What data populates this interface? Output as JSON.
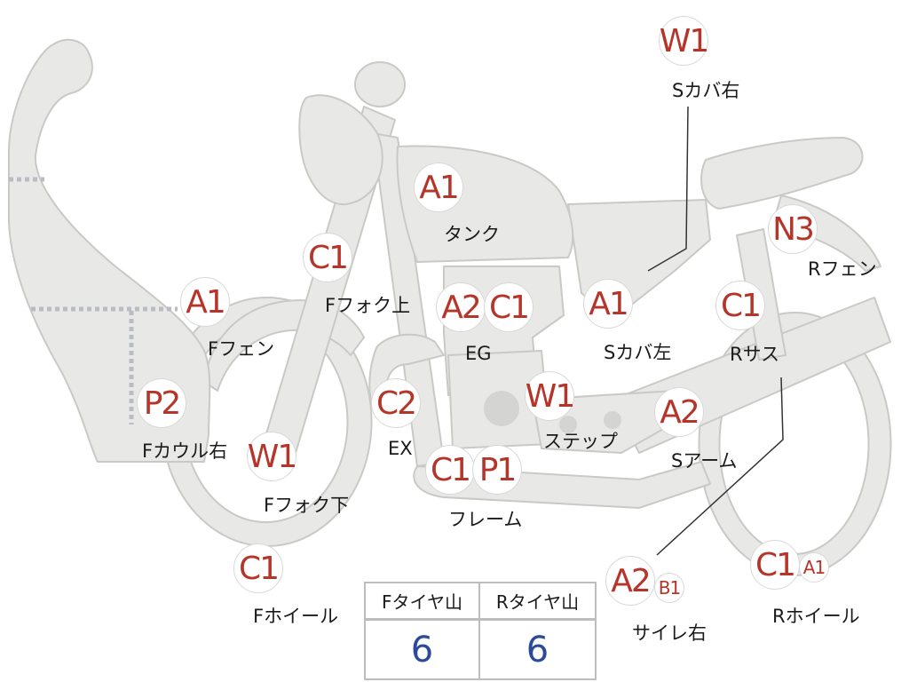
{
  "colors": {
    "body_fill": "#e8e8e6",
    "body_stroke": "#c9c9c6",
    "code_text": "#b5352a",
    "value_text": "#2c4a9a",
    "label_text": "#1a1a1a"
  },
  "parts": [
    {
      "id": "s-cover-right",
      "codes": [
        "W1"
      ],
      "label": "Sカバ右"
    },
    {
      "id": "tank",
      "codes": [
        "A1"
      ],
      "label": "タンク"
    },
    {
      "id": "f-fork-upper",
      "codes": [
        "C1"
      ],
      "label": "Fフォク上"
    },
    {
      "id": "f-fender",
      "codes": [
        "A1"
      ],
      "label": "Fフェン"
    },
    {
      "id": "engine",
      "codes": [
        "A2",
        "C1"
      ],
      "label": "EG"
    },
    {
      "id": "s-cover-left",
      "codes": [
        "A1"
      ],
      "label": "Sカバ左"
    },
    {
      "id": "r-fender",
      "codes": [
        "N3"
      ],
      "label": "Rフェン"
    },
    {
      "id": "r-suspension",
      "codes": [
        "C1"
      ],
      "label": "Rサス"
    },
    {
      "id": "f-cowl-right",
      "codes": [
        "P2"
      ],
      "label": "Fカウル右"
    },
    {
      "id": "exhaust",
      "codes": [
        "C2"
      ],
      "label": "EX"
    },
    {
      "id": "step",
      "codes": [
        "W1"
      ],
      "label": "ステップ"
    },
    {
      "id": "s-arm",
      "codes": [
        "A2"
      ],
      "label": "Sアーム"
    },
    {
      "id": "f-fork-lower",
      "codes": [
        "W1"
      ],
      "label": "Fフォク下"
    },
    {
      "id": "frame",
      "codes": [
        "C1",
        "P1"
      ],
      "label": "フレーム"
    },
    {
      "id": "f-wheel",
      "codes": [
        "C1"
      ],
      "label": "Fホイール"
    },
    {
      "id": "muffler-right",
      "codes": [
        "A2",
        "B1"
      ],
      "label": "サイレ右"
    },
    {
      "id": "r-wheel",
      "codes": [
        "C1",
        "A1"
      ],
      "label": "Rホイール"
    }
  ],
  "tires": {
    "front_label": "Fタイヤ山",
    "rear_label": "Rタイヤ山",
    "front_value": "6",
    "rear_value": "6"
  }
}
